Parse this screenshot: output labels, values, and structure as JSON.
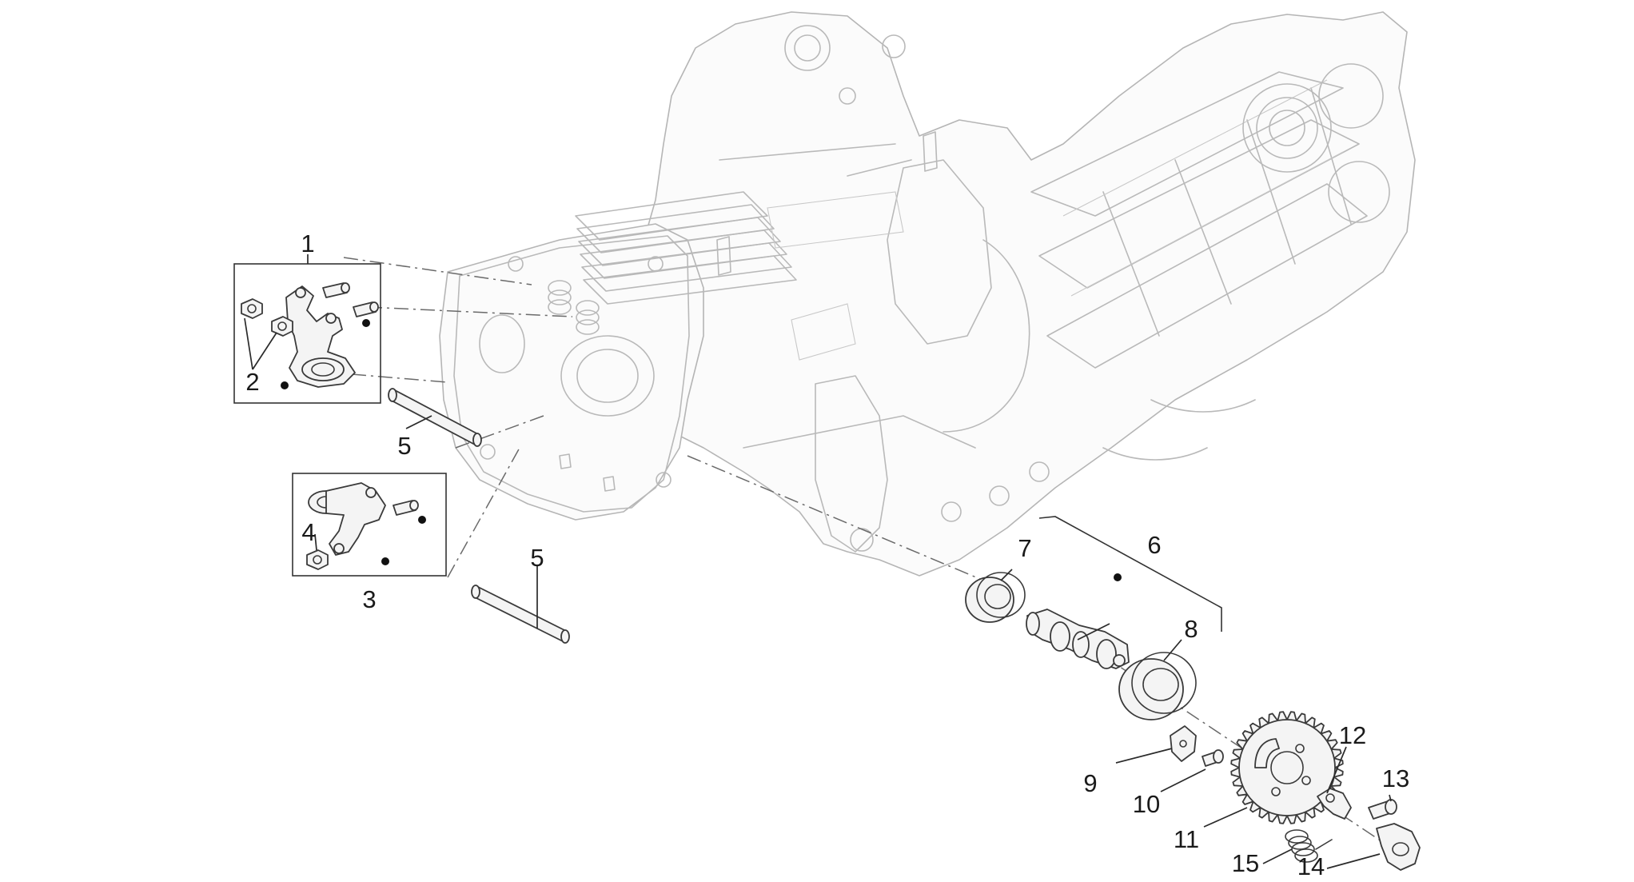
{
  "callouts": [
    {
      "id": "c1",
      "label": "1"
    },
    {
      "id": "c2",
      "label": "2"
    },
    {
      "id": "c3",
      "label": "3"
    },
    {
      "id": "c4",
      "label": "4"
    },
    {
      "id": "c5a",
      "label": "5"
    },
    {
      "id": "c5b",
      "label": "5"
    },
    {
      "id": "c6",
      "label": "6"
    },
    {
      "id": "c7",
      "label": "7"
    },
    {
      "id": "c8",
      "label": "8"
    },
    {
      "id": "c9",
      "label": "9"
    },
    {
      "id": "c10",
      "label": "10"
    },
    {
      "id": "c11",
      "label": "11"
    },
    {
      "id": "c12",
      "label": "12"
    },
    {
      "id": "c13",
      "label": "13"
    },
    {
      "id": "c14",
      "label": "14"
    },
    {
      "id": "c15",
      "label": "15"
    }
  ],
  "colors": {
    "background": "#ffffff",
    "engine_outline": "#b9b9b9",
    "part_outline": "#3a3a3a",
    "label_text": "#1a1a1a"
  }
}
